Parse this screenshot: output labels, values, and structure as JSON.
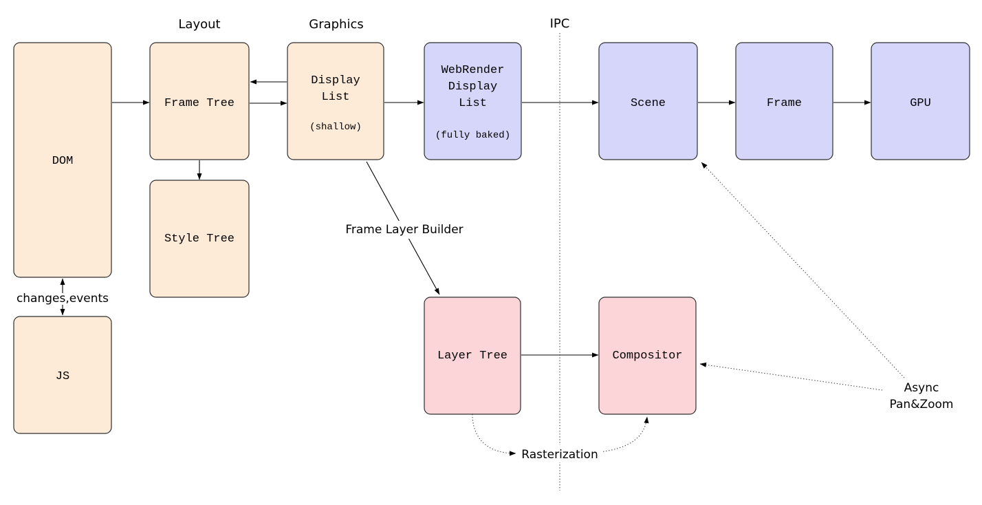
{
  "diagram": {
    "section_labels": {
      "layout": "Layout",
      "graphics": "Graphics",
      "ipc": "IPC"
    },
    "nodes": {
      "dom": {
        "label": "DOM"
      },
      "frame_tree": {
        "label": "Frame Tree"
      },
      "style_tree": {
        "label": "Style Tree"
      },
      "display_list": {
        "lines": [
          "Display",
          "List"
        ],
        "note": "(shallow)"
      },
      "js": {
        "label": "JS"
      },
      "webrender_display_list": {
        "lines": [
          "WebRender",
          "Display",
          "List"
        ],
        "note": "(fully baked)"
      },
      "scene": {
        "label": "Scene"
      },
      "frame": {
        "label": "Frame"
      },
      "gpu": {
        "label": "GPU"
      },
      "layer_tree": {
        "label": "Layer Tree"
      },
      "compositor": {
        "label": "Compositor"
      }
    },
    "edge_labels": {
      "changes_events": "changes,events",
      "frame_layer_builder": "Frame Layer Builder",
      "rasterization": "Rasterization",
      "async_pan_zoom_line1": "Async",
      "async_pan_zoom_line2": "Pan&Zoom"
    },
    "colors": {
      "content_process_fill": "#feebd7",
      "webrender_fill": "#d6d6fb",
      "layers_fill": "#fcd5d8",
      "box_border": "#2e2e2e",
      "solid_arrow": "#000000",
      "dotted_line": "#3a3a3a"
    }
  }
}
